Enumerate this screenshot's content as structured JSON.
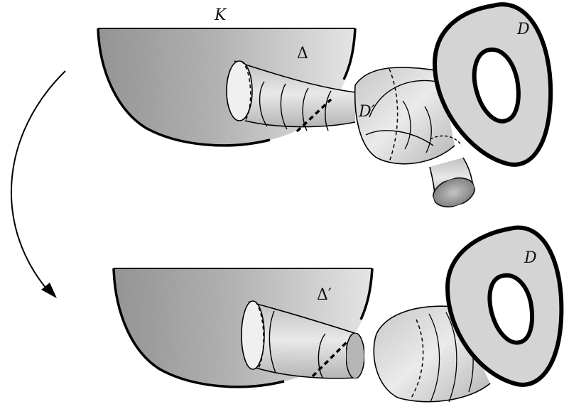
{
  "labels": {
    "knot": "K",
    "disk_top": "D",
    "disk_bottom": "D",
    "delta": "Δ",
    "delta_prime": "Δ′",
    "disk_prime": "D′"
  },
  "colors": {
    "shade_dark": "#8a8a8a",
    "shade_light": "#e6e6e6",
    "disk_fill": "#d4d4d4",
    "ink": "#000000"
  }
}
